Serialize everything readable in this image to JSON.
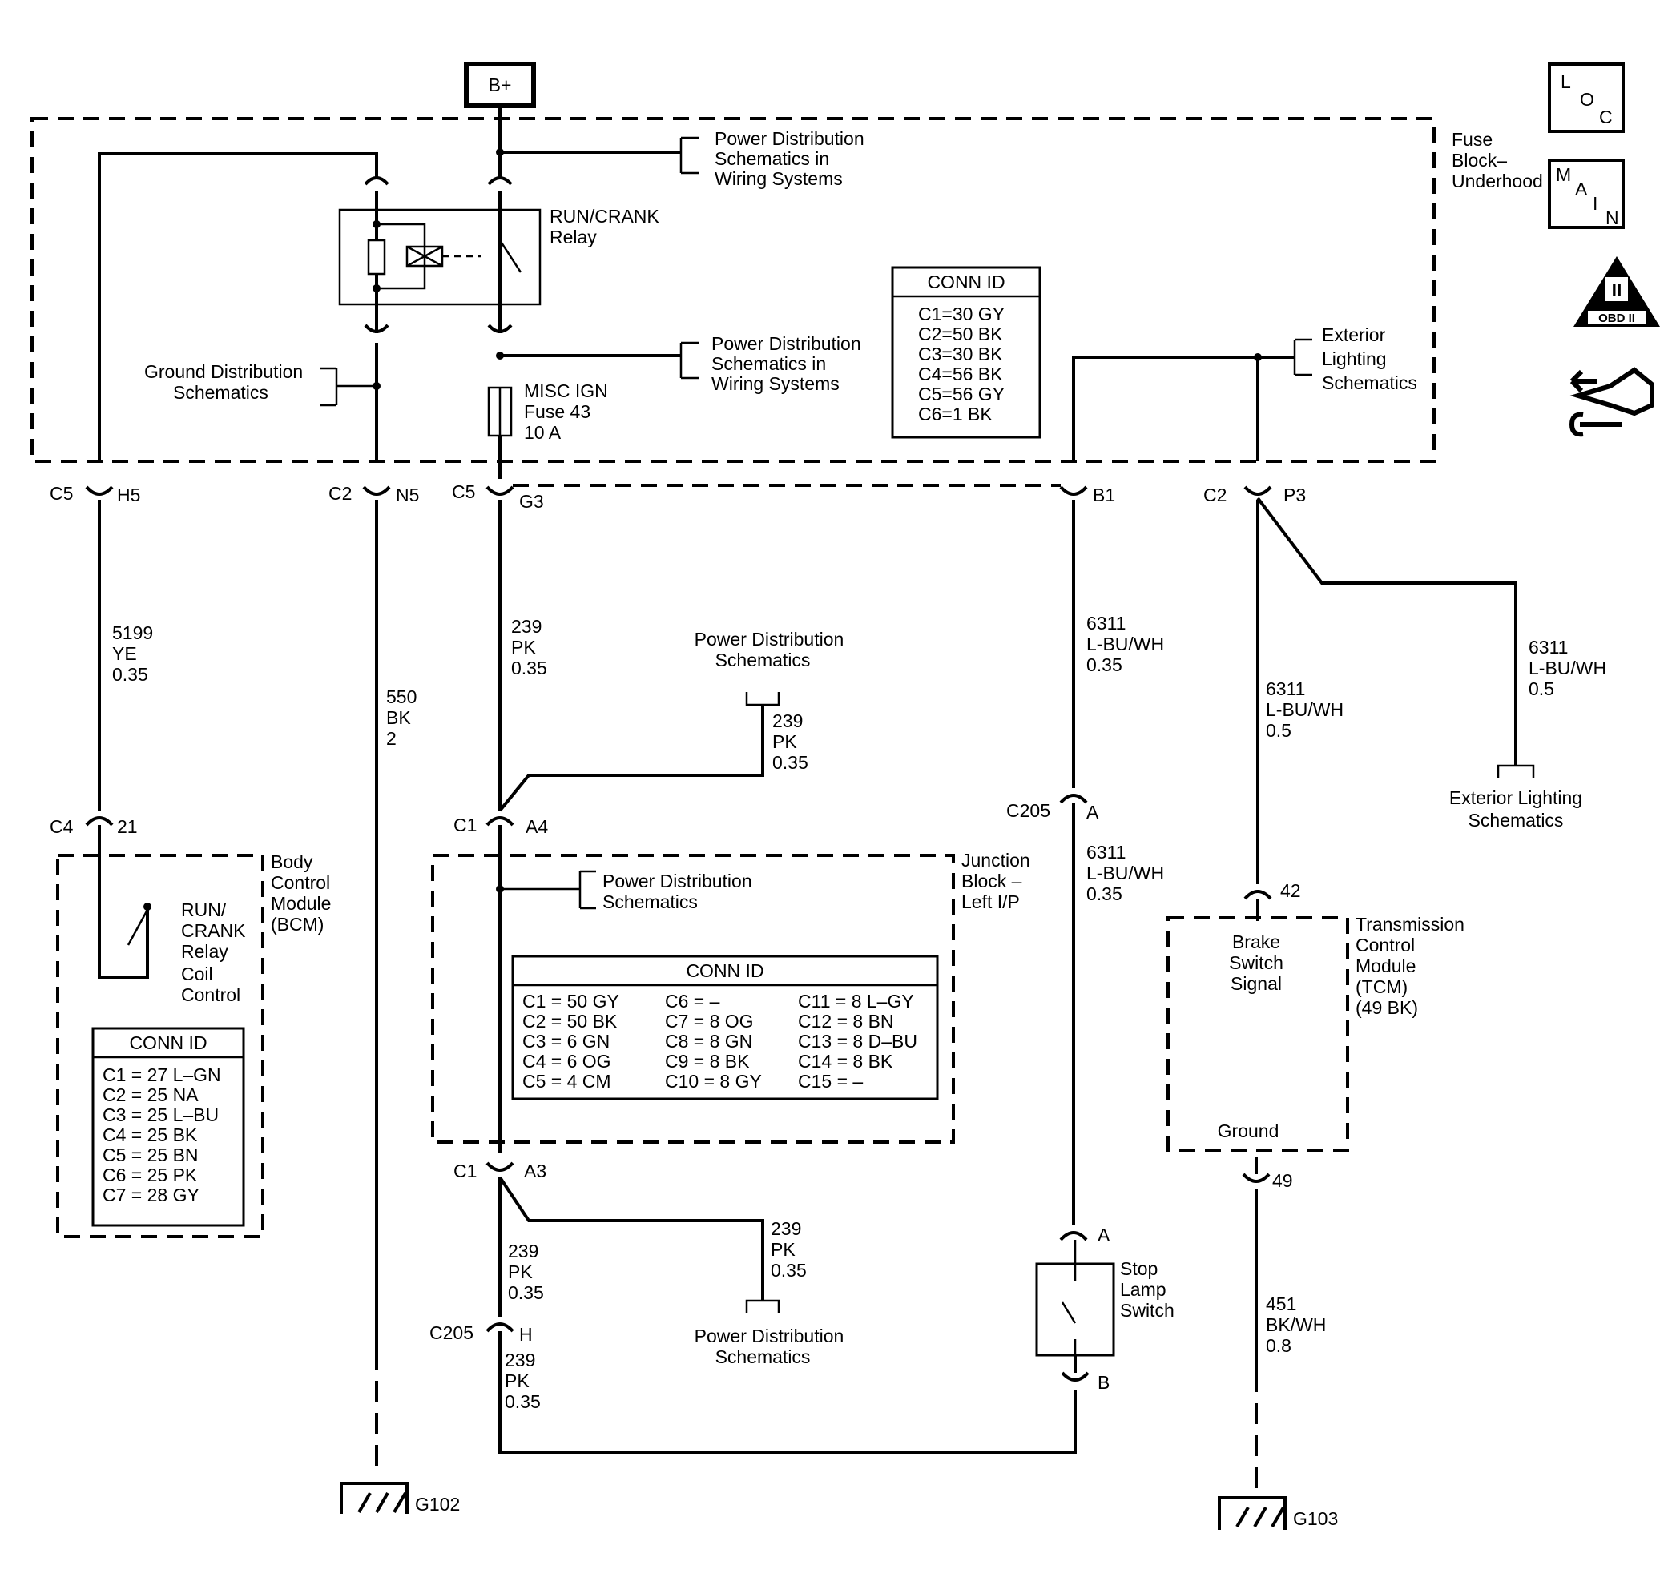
{
  "power_source": "B+",
  "fuse_block": {
    "name": [
      "Fuse",
      "Block–",
      "Underhood"
    ],
    "relay": [
      "RUN/CRANK",
      "Relay"
    ],
    "fuse": [
      "MISC IGN",
      "Fuse 43",
      "10 A"
    ],
    "pds_top": [
      "Power Distribution",
      "Schematics in",
      "Wiring Systems"
    ],
    "pds_mid": [
      "Power Distribution",
      "Schematics in",
      "Wiring Systems"
    ],
    "ground_dist": [
      "Ground Distribution",
      "Schematics"
    ],
    "ext_lighting": [
      "Exterior",
      "Lighting",
      "Schematics"
    ],
    "conn_title": "CONN ID",
    "conn": [
      "C1=30 GY",
      "C2=50 BK",
      "C3=30 BK",
      "C4=56 BK",
      "C5=56 GY",
      "C6=1 BK"
    ]
  },
  "connectors": {
    "c5": "C5",
    "h5": "H5",
    "c2a": "C2",
    "n5": "N5",
    "c5b": "C5",
    "g3": "G3",
    "b1": "B1",
    "c2b": "C2",
    "p3": "P3",
    "c4": "C4",
    "pin21": "21",
    "c1a": "C1",
    "a4": "A4",
    "c205a": "C205",
    "a": "A",
    "pin42": "42",
    "c1b": "C1",
    "a3": "A3",
    "pin49": "49",
    "a2": "A",
    "c205b": "C205",
    "h": "H",
    "b": "B"
  },
  "wires": {
    "w5199": [
      "5199",
      "YE",
      "0.35"
    ],
    "w550": [
      "550",
      "BK",
      "2"
    ],
    "w239_1": [
      "239",
      "PK",
      "0.35"
    ],
    "w239_2": [
      "239",
      "PK",
      "0.35"
    ],
    "w6311_1": [
      "6311",
      "L-BU/WH",
      "0.35"
    ],
    "w6311_2": [
      "6311",
      "L-BU/WH",
      "0.5"
    ],
    "w6311_3": [
      "6311",
      "L-BU/WH",
      "0.5"
    ],
    "w6311_4": [
      "6311",
      "L-BU/WH",
      "0.35"
    ],
    "w239_3": [
      "239",
      "PK",
      "0.35"
    ],
    "w239_4": [
      "239",
      "PK",
      "0.35"
    ],
    "w239_5": [
      "239",
      "PK",
      "0.35"
    ],
    "w451": [
      "451",
      "BK/WH",
      "0.8"
    ]
  },
  "labels": {
    "pds_a": [
      "Power Distribution",
      "Schematics"
    ],
    "ext_lighting2": [
      "Exterior Lighting",
      "Schematics"
    ],
    "pds_b": [
      "Power Distribution",
      "Schematics"
    ],
    "pds_c": [
      "Power Distribution",
      "Schematics"
    ]
  },
  "bcm": {
    "name": [
      "Body",
      "Control",
      "Module",
      "(BCM)"
    ],
    "coil": [
      "RUN/",
      "CRANK",
      "Relay",
      "Coil",
      "Control"
    ],
    "conn_title": "CONN ID",
    "conn": [
      "C1 = 27 L–GN",
      "C2 = 25 NA",
      "C3 = 25 L–BU",
      "C4 = 25 BK",
      "C5 = 25 BN",
      "C6 = 25 PK",
      "C7 = 28 GY"
    ]
  },
  "junction_block": {
    "name": [
      "Junction",
      "Block –",
      "Left I/P"
    ],
    "pds": [
      "Power Distribution",
      "Schematics"
    ],
    "conn_title": "CONN ID",
    "col1": [
      "C1 = 50 GY",
      "C2 = 50 BK",
      "C3 = 6 GN",
      "C4 = 6 OG",
      "C5 = 4 CM"
    ],
    "col2": [
      "C6 = –",
      "C7 = 8 OG",
      "C8 = 8 GN",
      "C9 = 8 BK",
      "C10 = 8 GY"
    ],
    "col3": [
      "C11 = 8 L–GY",
      "C12 = 8 BN",
      "C13 = 8 D–BU",
      "C14 = 8 BK",
      "C15 = –"
    ]
  },
  "tcm": {
    "name": [
      "Transmission",
      "Control",
      "Module",
      "(TCM)",
      "(49 BK)"
    ],
    "signal": [
      "Brake",
      "Switch",
      "Signal"
    ],
    "ground": "Ground"
  },
  "stop_lamp": [
    "Stop",
    "Lamp",
    "Switch"
  ],
  "grounds": {
    "g102": "G102",
    "g103": "G103"
  },
  "nav": {
    "loc": [
      "L",
      "O",
      "C"
    ],
    "main": [
      "M",
      "A",
      "I",
      "N"
    ],
    "obd": "OBD II",
    "obd_numeral": "II"
  }
}
